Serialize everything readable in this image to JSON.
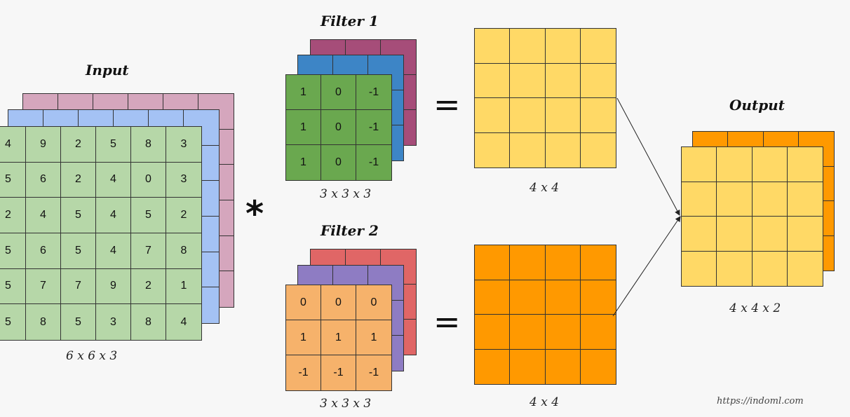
{
  "labels": {
    "input_title": "Input",
    "filter1_title": "Filter 1",
    "filter2_title": "Filter 2",
    "output_title": "Output",
    "input_dim": "6 x 6 x 3",
    "filter1_dim": "3 x 3 x 3",
    "filter2_dim": "3 x 3 x 3",
    "conv1_dim": "4 x 4",
    "conv2_dim": "4 x 4",
    "output_dim": "4 x 4 x 2",
    "credit": "https://indoml.com"
  },
  "operators": {
    "convolve": "*",
    "equals1": "=",
    "equals2": "="
  },
  "colors": {
    "input_front": "#b6d7a8",
    "input_mid": "#a4c2f4",
    "input_back": "#d5a6bd",
    "filter1_front": "#6aa84f",
    "filter1_mid": "#3d85c6",
    "filter1_back": "#a64d79",
    "filter2_front": "#f6b26b",
    "filter2_mid": "#8e7cc3",
    "filter2_back": "#e06666",
    "map_yellow": "#ffd966",
    "map_orange": "#ff9900"
  },
  "input_front": [
    [
      "4",
      "9",
      "2",
      "5",
      "8",
      "3"
    ],
    [
      "5",
      "6",
      "2",
      "4",
      "0",
      "3"
    ],
    [
      "2",
      "4",
      "5",
      "4",
      "5",
      "2"
    ],
    [
      "5",
      "6",
      "5",
      "4",
      "7",
      "8"
    ],
    [
      "5",
      "7",
      "7",
      "9",
      "2",
      "1"
    ],
    [
      "5",
      "8",
      "5",
      "3",
      "8",
      "4"
    ]
  ],
  "filter1_front": [
    [
      "1",
      "0",
      "-1"
    ],
    [
      "1",
      "0",
      "-1"
    ],
    [
      "1",
      "0",
      "-1"
    ]
  ],
  "filter2_front": [
    [
      "0",
      "0",
      "0"
    ],
    [
      "1",
      "1",
      "1"
    ],
    [
      "-1",
      "-1",
      "-1"
    ]
  ]
}
